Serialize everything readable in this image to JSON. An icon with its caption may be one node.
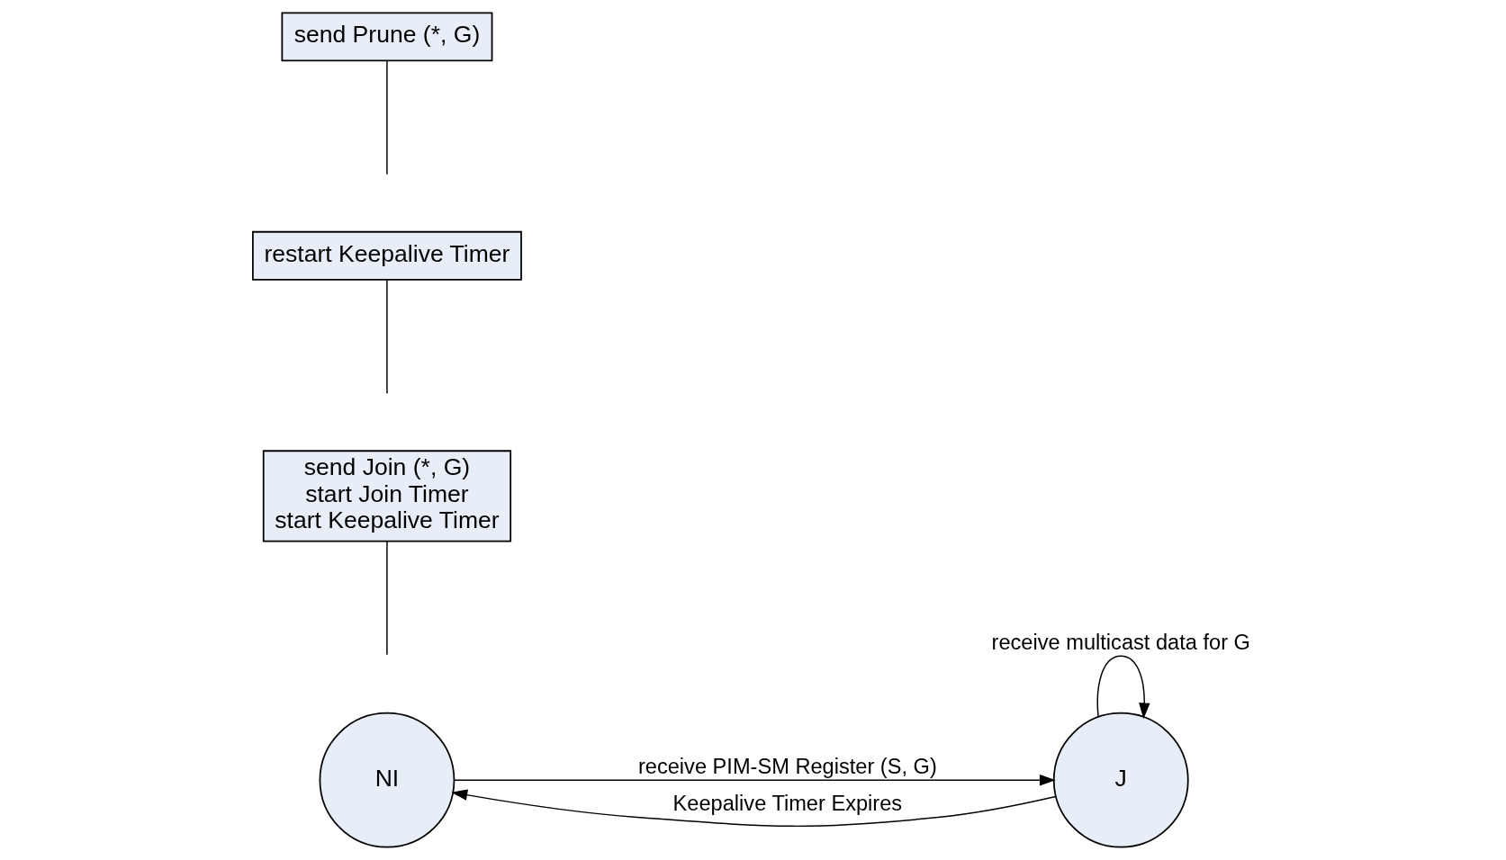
{
  "diagram": {
    "nodes": [
      {
        "text": [
          "NI"
        ]
      },
      {
        "text": [
          "J"
        ]
      },
      {
        "text": [
          "send Join (*, G)",
          "start Join Timer",
          "start Keepalive Timer"
        ]
      },
      {
        "text": [
          "restart Keepalive Timer"
        ]
      },
      {
        "text": [
          "send Prune (*, G)"
        ]
      }
    ],
    "edges": [
      {
        "from": 0,
        "to": 1,
        "arrow": "to",
        "label": "receive PIM-SM Register (S, G)"
      },
      {
        "from": 1,
        "to": 0,
        "arrow": "to",
        "label": "Keepalive Timer Expires"
      },
      {
        "from": 1,
        "to": 1,
        "arrow": "to",
        "label": "receive multicast data for G"
      },
      {
        "from": 2,
        "to": null,
        "arrow": "none"
      },
      {
        "from": 3,
        "to": null,
        "arrow": "none"
      },
      {
        "from": 4,
        "to": null,
        "arrow": "none"
      }
    ]
  }
}
